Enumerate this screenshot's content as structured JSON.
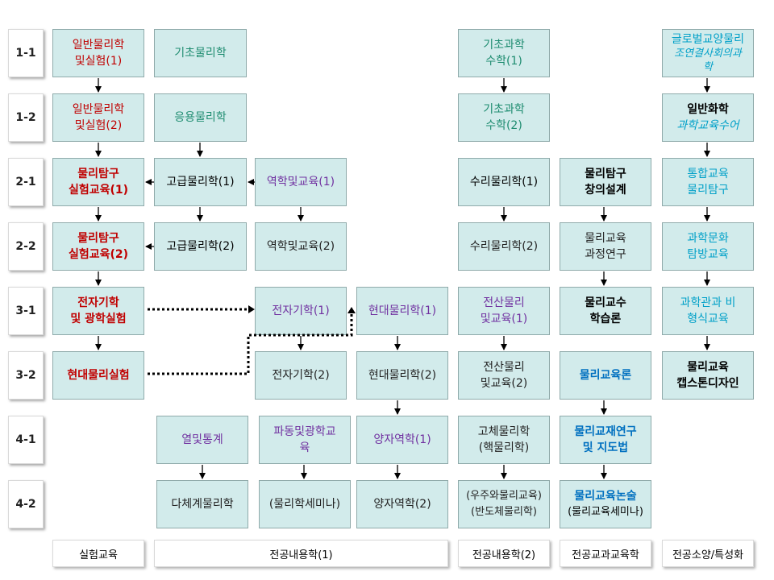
{
  "semesters": [
    "1-1",
    "1-2",
    "2-1",
    "2-2",
    "3-1",
    "3-2",
    "4-1",
    "4-2"
  ],
  "courses": {
    "c11a": [
      "일반물리학",
      "및실험(1)"
    ],
    "c11b": [
      "기초물리학"
    ],
    "c11e": [
      "기초과학",
      "수학(1)"
    ],
    "c11g_title": "글로벌교양물리",
    "c11g_sub": [
      "조연결사회의과",
      "학"
    ],
    "c12a": [
      "일반물리학",
      "및실험(2)"
    ],
    "c12b": [
      "응용물리학"
    ],
    "c12e": [
      "기초과학",
      "수학(2)"
    ],
    "c12g_title": "일반화학",
    "c12g_sub": "과학교육수어",
    "c21a": [
      "물리탐구",
      "실험교육(1)"
    ],
    "c21b": [
      "고급물리학(1)"
    ],
    "c21c": [
      "역학및교육(1)"
    ],
    "c21e": [
      "수리물리학(1)"
    ],
    "c21f": [
      "물리탐구",
      "창의설계"
    ],
    "c21g": [
      "통합교육",
      "물리탐구"
    ],
    "c22a": [
      "물리탐구",
      "실험교육(2)"
    ],
    "c22b": [
      "고급물리학(2)"
    ],
    "c22c": [
      "역학및교육(2)"
    ],
    "c22e": [
      "수리물리학(2)"
    ],
    "c22f": [
      "물리교육",
      "과정연구"
    ],
    "c22g": [
      "과학문화",
      "탐방교육"
    ],
    "c31a": [
      "전자기학",
      "및 광학실험"
    ],
    "c31c": [
      "전자기학(1)"
    ],
    "c31d": [
      "현대물리학(1)"
    ],
    "c31e": [
      "전산물리",
      "및교육(1)"
    ],
    "c31f": [
      "물리교수",
      "학습론"
    ],
    "c31g": [
      "과학관과 비",
      "형식교육"
    ],
    "c32a": [
      "현대물리실험"
    ],
    "c32c": [
      "전자기학(2)"
    ],
    "c32d": [
      "현대물리학(2)"
    ],
    "c32e": [
      "전산물리",
      "및교육(2)"
    ],
    "c32f": [
      "물리교육론"
    ],
    "c32g": [
      "물리교육",
      "캡스톤디자인"
    ],
    "c41b": [
      "열및통계"
    ],
    "c41c": [
      "파동및광학교",
      "육"
    ],
    "c41d": [
      "양자역학(1)"
    ],
    "c41e": [
      "고체물리학",
      "(핵물리학)"
    ],
    "c41f": [
      "물리교재연구",
      "및 지도법"
    ],
    "c42b": [
      "다체계물리학"
    ],
    "c42c": [
      "(물리학세미나)"
    ],
    "c42d": [
      "양자역학(2)"
    ],
    "c42e": [
      "(우주와물리교육)",
      "(반도체물리학)"
    ],
    "c42f": [
      "물리교육논술",
      "(물리교육세미나)"
    ]
  },
  "categories": [
    "실험교육",
    "전공내용학(1)",
    "전공내용학(2)",
    "전공교과교육학",
    "전공소양/특성화"
  ],
  "colors": {
    "box_fill": "#d2ebeb",
    "box_border": "#8faaaa",
    "red": "#c00000",
    "green": "#1e8c70",
    "purple": "#7030a0",
    "blue": "#0070c0",
    "cyan": "#00a0c8"
  }
}
